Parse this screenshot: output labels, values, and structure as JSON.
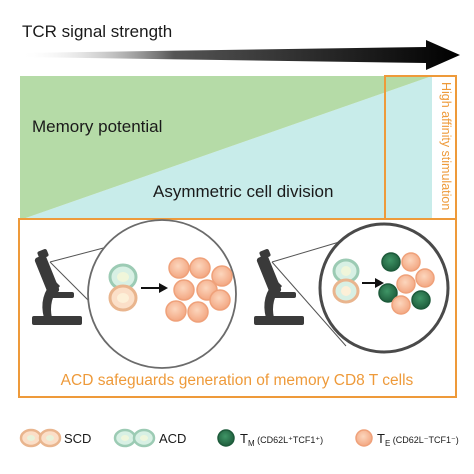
{
  "header": {
    "arrow_label": "TCR signal strength"
  },
  "gradient_panel": {
    "memory_label": "Memory potential",
    "acd_label": "Asymmetric cell division",
    "side_label": "High affinity stimulation"
  },
  "conclusion": "ACD safeguards generation of memory CD8 T cells",
  "legend": {
    "scd": "SCD",
    "acd": "ACD",
    "tm_main": "T",
    "tm_sub": "M",
    "tm_markers": " (CD62L⁺TCF1⁺)",
    "te_main": "T",
    "te_sub": "E",
    "te_markers": " (CD62L⁻TCF1⁻)"
  },
  "colors": {
    "memory_green": "#b5dba7",
    "acd_teal": "#c8ecea",
    "accent_orange": "#ee9a3a",
    "effector_peach": "#f6b896",
    "memory_dark_green": "#2f7a52",
    "microscope": "#3a3a3a"
  },
  "icons": {
    "microscope": "microscope-icon",
    "scd": "symmetric-dividing-cell-icon",
    "acd": "asymmetric-dividing-cell-icon",
    "tm": "memory-t-cell-icon",
    "te": "effector-t-cell-icon"
  }
}
